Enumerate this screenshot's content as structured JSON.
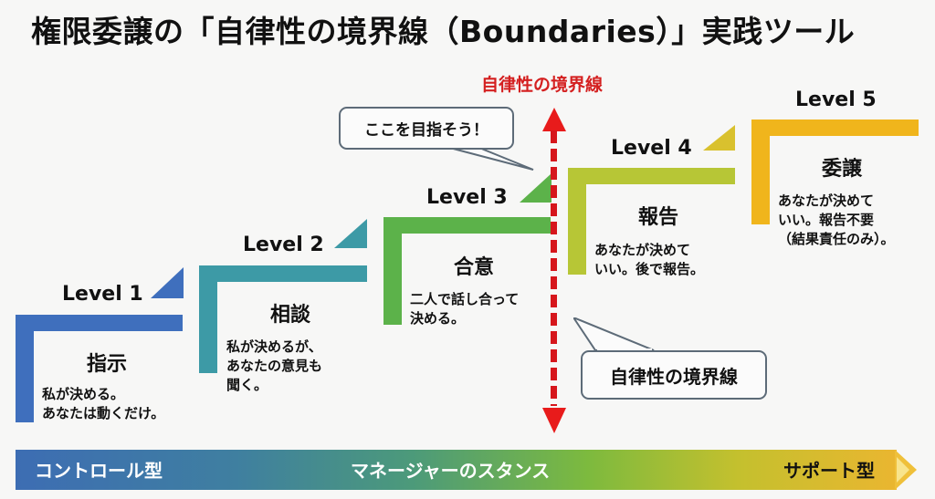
{
  "title": "権限委譲の「自律性の境界線（Boundaries）」実践ツール",
  "boundary": {
    "label": "自律性の境界線",
    "color": "#d42020"
  },
  "callouts": {
    "goal": "ここを目指そう！",
    "boundary": "自律性の境界線"
  },
  "levels": [
    {
      "label": "Level 1",
      "name": "指示",
      "desc": "私が決める。\nあなたは動くだけ。",
      "color": "#3f6fbd"
    },
    {
      "label": "Level 2",
      "name": "相談",
      "desc": "私が決めるが、\nあなたの意見も\n聞く。",
      "color": "#3d9aa6"
    },
    {
      "label": "Level 3",
      "name": "合意",
      "desc": "二人で話し合って\n決める。",
      "color": "#5cb24a"
    },
    {
      "label": "Level 4",
      "name": "報告",
      "desc": "あなたが決めて\nいい。後で報告。",
      "color": "#b7c636"
    },
    {
      "label": "Level 5",
      "name": "委譲",
      "desc": "あなたが決めて\nいい。報告不要\n（結果責任のみ）。",
      "color": "#f0b51c"
    }
  ],
  "stance_bar": {
    "left": "コントロール型",
    "center": "マネージャーのスタンス",
    "right": "サポート型"
  }
}
